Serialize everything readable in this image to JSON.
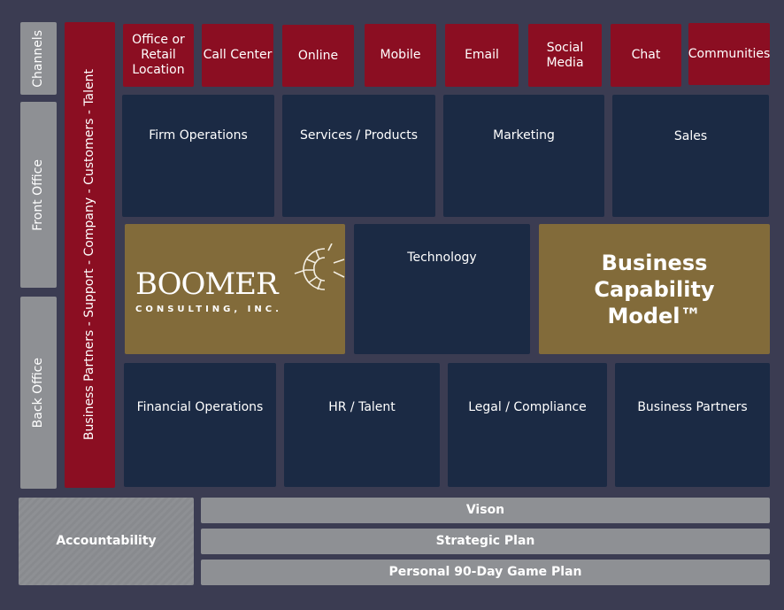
{
  "side_labels": {
    "channels": "Channels",
    "front_office": "Front Office",
    "back_office": "Back Office"
  },
  "vertical_band": "Business Partners - Support - Company - Customers - Talent",
  "channels": [
    "Office or Retail Location",
    "Call Center",
    "Online",
    "Mobile",
    "Email",
    "Social Media",
    "Chat",
    "Communities"
  ],
  "front_office": [
    "Firm Operations",
    "Services / Products",
    "Marketing",
    "Sales"
  ],
  "middle": {
    "logo_main": "BOOMER",
    "logo_sub": "CONSULTING, INC.",
    "technology": "Technology",
    "title": "Business Capability Model™"
  },
  "back_office": [
    "Financial Operations",
    "HR / Talent",
    "Legal / Compliance",
    "Business Partners"
  ],
  "accountability": "Accountability",
  "bars": [
    "Vison",
    "Strategic Plan",
    "Personal 90-Day Game Plan"
  ]
}
